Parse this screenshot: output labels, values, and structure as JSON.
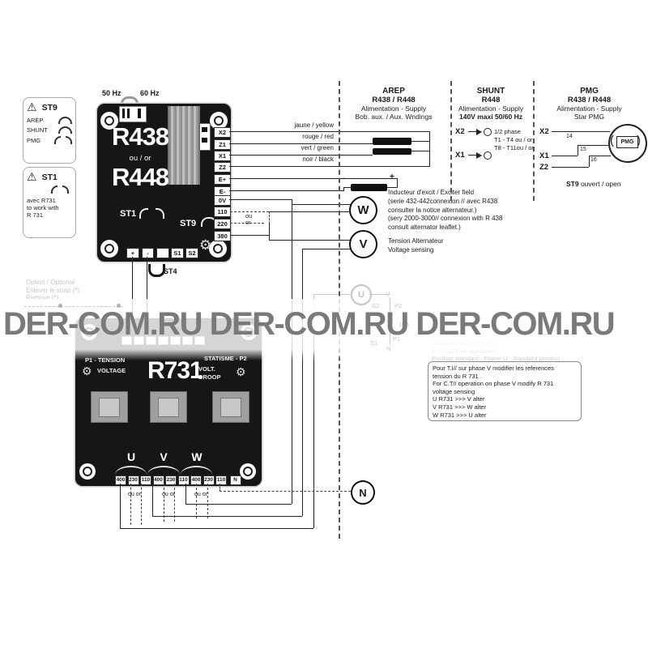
{
  "watermark": "DER-COM.RU DER-COM.RU DER-COM.RU",
  "warnings": {
    "st9_box": {
      "title": "ST9",
      "rows": [
        "AREP",
        "SHUNT",
        "PMG"
      ]
    },
    "st1_box": {
      "title": "ST1",
      "note": [
        "avec R731",
        "to work with",
        "R 731"
      ]
    }
  },
  "regulator": {
    "freq50": "50 Hz",
    "freq60": "60 Hz",
    "model_top": "R438",
    "or_label": "ou / or",
    "model_bottom": "R448",
    "st1": "ST1",
    "st9": "ST9",
    "st4": "ST4",
    "right_terminals": [
      "X2",
      "Z1",
      "X1",
      "Z2",
      "E+",
      "E-",
      "0V",
      "110",
      "220",
      "380"
    ],
    "bottom_terminals": [
      "+",
      "-",
      "",
      "S1",
      "S2"
    ]
  },
  "wire_labels": [
    "jaune / yellow",
    "rouge / red",
    "vert / green",
    "noir / black"
  ],
  "ou_stack": {
    "ou": "ou",
    "or": "or"
  },
  "ou_or": "ou or",
  "columns": {
    "arep": {
      "title": "AREP",
      "subtitle": "R438 / R448",
      "line3": "Alimentation - Supply",
      "line4": "Bob. aux. / Aux. Wndings"
    },
    "shunt": {
      "title": "SHUNT",
      "subtitle": "R448",
      "line3": "Alimentation - Supply",
      "line4": "140V maxi 50/60 Hz",
      "x2": "X2",
      "x1": "X1",
      "note1": "1/2 phase",
      "note2": "T1 - T4 ou / or",
      "note3": "T8 - T11ou / or"
    },
    "pmg": {
      "title": "PMG",
      "subtitle": "R438 / R448",
      "line3": "Alimentation - Supply",
      "line4": "Star PMG",
      "x2": "X2",
      "x1": "X1",
      "z2": "Z2",
      "n14": "14",
      "n15": "15",
      "n16": "16",
      "machine": "PMG",
      "st9_bold": "ST9",
      "st9_rest": " ouvert / open"
    }
  },
  "exciter": {
    "plus": "+",
    "minus": "-",
    "lines": [
      "Inducteur d'excit / Exciter field",
      "(serie 432-442connexion // avec R438",
      "consulter la notice alternateur.)",
      "(sery 2000-3000// connexion with R 438",
      "consult alternator leaflet.)"
    ]
  },
  "sensing": [
    "Tension Alternateur",
    "Voltage sensing"
  ],
  "phases": {
    "w": "W",
    "v": "V",
    "u": "U",
    "n": "N"
  },
  "option_left": [
    "Option / Optional",
    "Enlever le strap (*)",
    "Remove (*)"
  ],
  "option_right_faded": [
    "Option / optional : TI 04",
    "T.I // - C.T for operation -",
    "Position standard - Phase U - Standard position"
  ],
  "option_right_box": [
    "Pour T.I// sur phase V modifier les references",
    "tension du R 731 .",
    "For C.T// operation on phase V modify R 731",
    "voltage sensing",
    "U R731 >>> V alter",
    "V R731 >>> W alter",
    "W R731 >>> U alter"
  ],
  "ct_faint": {
    "u": "U",
    "s2": "S2",
    "p2": "P2",
    "s1": "S1",
    "p1": "P1",
    "n": "N",
    "rating": "10A"
  },
  "r731": {
    "model": "R731",
    "p1_line1": "P1 - TENSION",
    "p1_line2": "VOLTAGE",
    "p2_line1": "STATISME - P2",
    "p2_line2": "VOLT.",
    "p2_line3": "DROOP",
    "u": "U",
    "v": "V",
    "w": "W",
    "terminals": [
      "400",
      "230",
      "110",
      "400",
      "230",
      "110",
      "400",
      "230",
      "110",
      "N"
    ]
  }
}
